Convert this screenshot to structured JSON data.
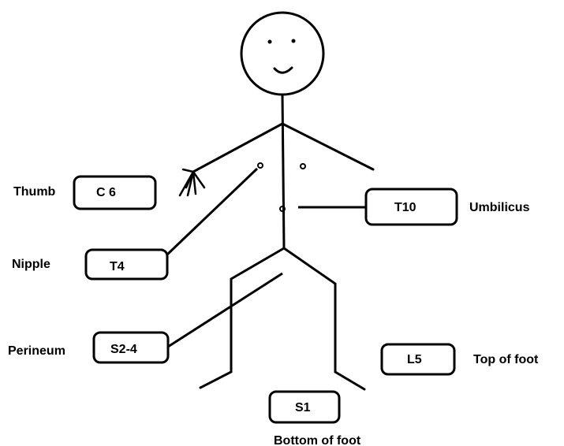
{
  "dermatomes": [
    {
      "level": "C 6",
      "region": "Thumb"
    },
    {
      "level": "T4",
      "region": "Nipple"
    },
    {
      "level": "T10",
      "region": "Umbilicus"
    },
    {
      "level": "S2-4",
      "region": "Perineum"
    },
    {
      "level": "L5",
      "region": "Top of foot"
    },
    {
      "level": "S1",
      "region": "Bottom of foot"
    }
  ],
  "colors": {
    "stroke": "#000000",
    "background": "#ffffff"
  }
}
